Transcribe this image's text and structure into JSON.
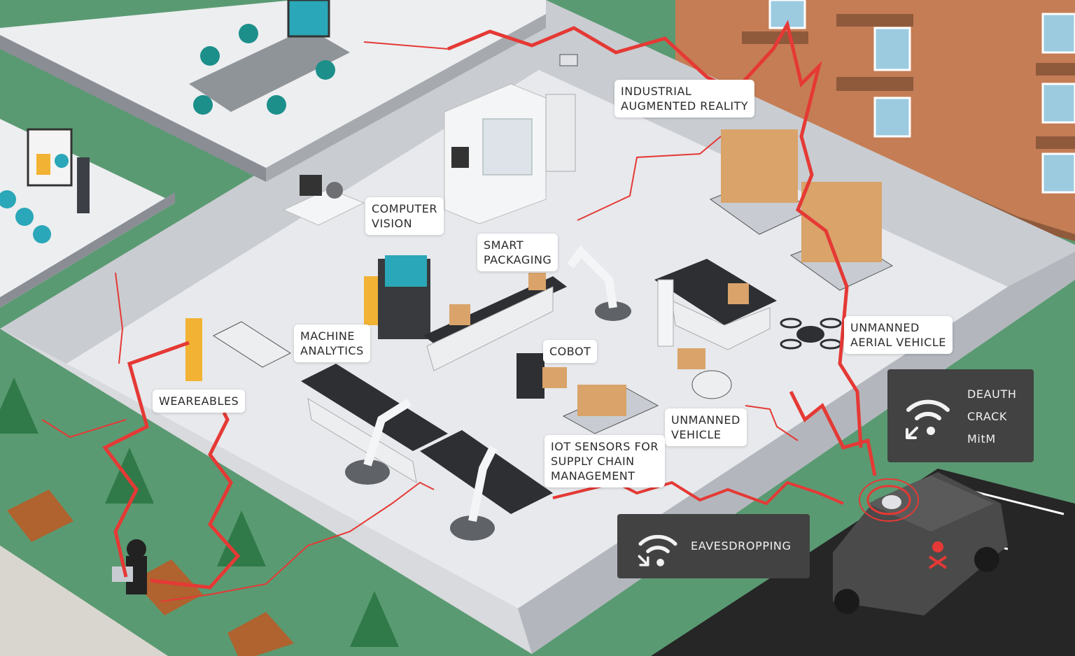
{
  "labels": {
    "industrial_ar": [
      "INDUSTRIAL",
      "AUGMENTED REALITY"
    ],
    "computer_vision": [
      "COMPUTER",
      "VISION"
    ],
    "smart_packaging": [
      "SMART",
      "PACKAGING"
    ],
    "machine_analytics": [
      "MACHINE",
      "ANALYTICS"
    ],
    "cobot": [
      "COBOT"
    ],
    "weareables": [
      "WEAREABLES"
    ],
    "unmanned_aerial_vehicle": [
      "UNMANNED",
      "AERIAL VEHICLE"
    ],
    "unmanned_vehicle": [
      "UNMANNED",
      "VEHICLE"
    ],
    "iot_sensors": [
      "IOT SENSORS FOR",
      "SUPPLY CHAIN",
      "MANAGEMENT"
    ]
  },
  "attacks": {
    "wifi_attacks": [
      "DEAUTH",
      "CRACK",
      "MitM"
    ],
    "eavesdropping": "EAVESDROPPING"
  },
  "icons": {
    "wifi_attack_icon": "wifi-attack-icon",
    "eavesdrop_icon": "wifi-eavesdrop-icon",
    "skull_icon": "skull-crossbones-icon"
  },
  "colors": {
    "attack_line": "#e53935",
    "panel": "#424242",
    "floor": "#e7e9ec",
    "wall": "#c9ccd1",
    "grass": "#5a9a72",
    "building": "#c57d55",
    "road": "#262626"
  }
}
